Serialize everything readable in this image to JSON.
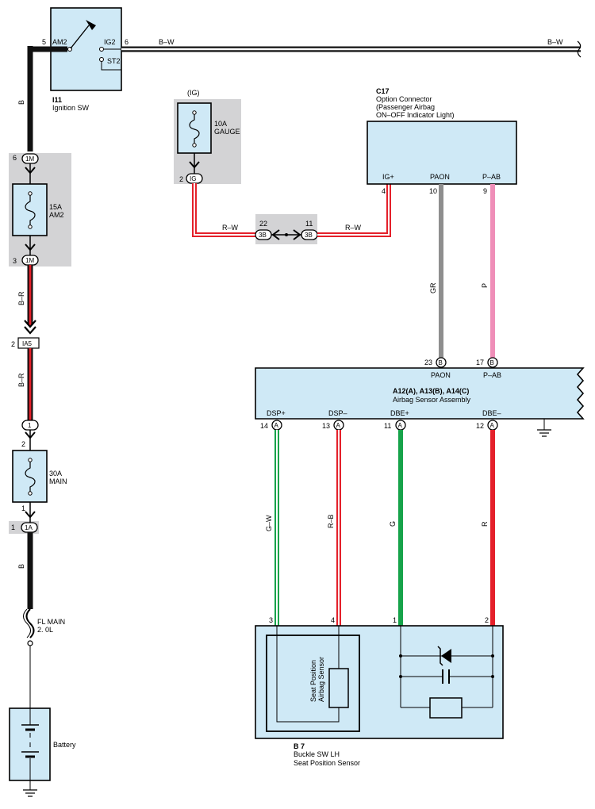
{
  "ignition_sw": {
    "code": "I11",
    "name": "Ignition SW",
    "pin_am2": "5",
    "label_am2": "AM2",
    "label_ig2": "IG2",
    "pin_ig2": "6",
    "label_st2": "ST2"
  },
  "wire_bw": {
    "pin": "6",
    "label_left": "B–W",
    "label_right": "B–W"
  },
  "left_column": {
    "wire_b_top": "B",
    "conn_1m_top": {
      "pin": "6",
      "code": "1M"
    },
    "fuse_am2": {
      "rating": "15A",
      "name": "AM2"
    },
    "conn_1m_bottom": {
      "pin": "3",
      "code": "1M"
    },
    "wire_br_upper": "B–R",
    "conn_ia5": {
      "pin": "2",
      "code": "IA5"
    },
    "wire_br_lower": "B–R",
    "conn_1_top": {
      "code": "1",
      "pin_below": "2"
    },
    "fuse_main": {
      "rating": "30A",
      "name": "MAIN"
    },
    "conn_1a": {
      "pin_above": "1",
      "pin": "1",
      "code": "1A"
    },
    "wire_b_bottom": "B",
    "fusible_link": {
      "line1": "FL MAIN",
      "line2": "2. 0L"
    },
    "battery": "Battery"
  },
  "gauge_fuse": {
    "source": "(IG)",
    "rating": "10A",
    "name": "GAUGE",
    "pin": "2",
    "code": "IG"
  },
  "junction_3b": {
    "pin_left": "22",
    "code_left": "3B",
    "pin_right": "11",
    "code_right": "3B",
    "wire_left": "R–W",
    "wire_right": "R–W"
  },
  "option_connector": {
    "code": "C17",
    "line1": "Option Connector",
    "line2": "(Passenger Airbag",
    "line3": " ON–OFF Indicator Light)",
    "term_ig": "IG+",
    "term_paon": "PAON",
    "term_pab": "P–AB",
    "pin_ig": "4",
    "pin_paon": "10",
    "pin_pab": "9"
  },
  "wires_mid": {
    "gr": "GR",
    "p": "P"
  },
  "airbag_sensor": {
    "code": "A12(A), A13(B), A14(C)",
    "name": "Airbag Sensor Assembly",
    "top_pin_paon": "23",
    "top_code_paon": "B",
    "top_label_paon": "PAON",
    "top_pin_pab": "17",
    "top_code_pab": "B",
    "top_label_pab": "P–AB",
    "term_dsp_plus": "DSP+",
    "term_dsp_minus": "DSP–",
    "term_dbe_plus": "DBE+",
    "term_dbe_minus": "DBE–",
    "pin_dsp_plus": "14",
    "pin_dsp_minus": "13",
    "pin_dbe_plus": "11",
    "pin_dbe_minus": "12",
    "pin_code": "A"
  },
  "lower_wires": {
    "gw": "G–W",
    "rb": "R–B",
    "g": "G",
    "r": "R"
  },
  "buckle_sw": {
    "pin_3": "3",
    "pin_4": "4",
    "pin_1": "1",
    "pin_2": "2",
    "sensor_line1": "Seat Position",
    "sensor_line2": "Airbag Sensor",
    "code": "B 7",
    "line1": "Buckle SW LH",
    "line2": "Seat Position Sensor"
  },
  "colors": {
    "black": "#111111",
    "red": "#e4202a",
    "green": "#16a34a",
    "gray": "#8e8e8e",
    "pink": "#ef8eb8",
    "box_fill": "#cfe9f6",
    "shade": "#d3d3d5"
  }
}
